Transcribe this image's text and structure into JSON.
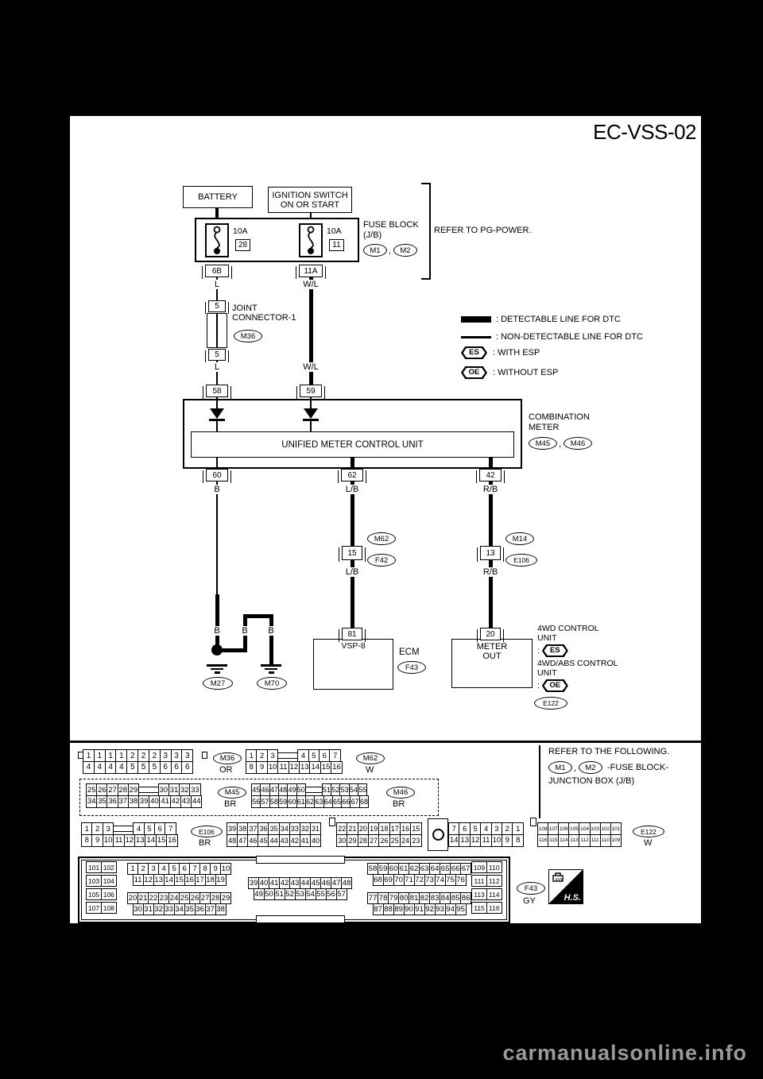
{
  "title": "EC-VSS-02",
  "watermark": "carmanualsonline.info",
  "comma": ",",
  "power": {
    "battery": "BATTERY",
    "ignition1": "IGNITION SWITCH",
    "ignition2": "ON OR START",
    "fuse1_amps": "10A",
    "fuse1_num": "28",
    "fuse2_amps": "10A",
    "fuse2_num": "11",
    "block1": "FUSE BLOCK",
    "block2": "(J/B)",
    "ref1": "M1",
    "ref2": "M2",
    "refer": "REFER TO PG-POWER.",
    "pin1": "6B",
    "pin2": "11A",
    "wire1": "L",
    "wire2": "W/L"
  },
  "joint": {
    "pin_top": "5",
    "pin_bot": "5",
    "name1": "JOINT",
    "name2": "CONNECTOR-1",
    "ref": "M36",
    "wire1": "L",
    "wire2": "W/L"
  },
  "legend": {
    "l1": ": DETECTABLE LINE FOR DTC",
    "l2": ": NON-DETECTABLE LINE FOR DTC",
    "es": "ES",
    "l3": ": WITH ESP",
    "oe": "OE",
    "l4": ": WITHOUT ESP"
  },
  "meter": {
    "pin58": "58",
    "pin59": "59",
    "unit": "UNIFIED METER CONTROL UNIT",
    "side1": "COMBINATION",
    "side2": "METER",
    "ref1": "M45",
    "ref2": "M46",
    "pin60": "60",
    "pin62": "62",
    "pin42": "42",
    "w60": "B",
    "w62": "L/B",
    "w42": "R/B"
  },
  "ground": {
    "b1": "B",
    "b2": "B",
    "b3": "B",
    "ref1": "M27",
    "ref2": "M70"
  },
  "ecmchain": {
    "pin": "15",
    "above": "M62",
    "below": "F42",
    "wire": "L/B",
    "ecmpin": "81",
    "vsp": "VSP-8",
    "ecm": "ECM",
    "ref": "F43"
  },
  "mochain": {
    "pin": "13",
    "above": "M14",
    "below": "E106",
    "wire": "R/B",
    "mopin": "20",
    "mo1": "METER",
    "mo2": "OUT",
    "s1": "4WD CONTROL",
    "s2": "UNIT",
    "s3": ":",
    "es": "ES",
    "s4": "4WD/ABS CONTROL",
    "s5": "UNIT",
    "s6": ":",
    "oe": "OE",
    "ref": "E122"
  },
  "follow": {
    "t1": "REFER TO THE FOLLOWING.",
    "r1": "M1",
    "r2": "M2",
    "t2": "-FUSE BLOCK-",
    "t3": "JUNCTION BOX (J/B)"
  },
  "hs": "H.S.",
  "connectors": {
    "m36": {
      "label": "M36",
      "color": "OR",
      "rows": [
        [
          "1",
          "1",
          "1",
          "1",
          "2",
          "2",
          "2",
          "3",
          "3",
          "3"
        ],
        [
          "4",
          "4",
          "4",
          "4",
          "5",
          "5",
          "5",
          "6",
          "6",
          "6"
        ]
      ]
    },
    "m62": {
      "label": "M62",
      "color": "W",
      "rows": [
        [
          "1",
          "2",
          "3",
          "~",
          "4",
          "5",
          "6",
          "7"
        ],
        [
          "8",
          "9",
          "10",
          "11",
          "12",
          "13",
          "14",
          "15",
          "16"
        ]
      ]
    },
    "m45": {
      "label": "M45",
      "color": "BR",
      "rows": [
        [
          "25",
          "26",
          "27",
          "28",
          "29",
          "~",
          "30",
          "31",
          "32",
          "33"
        ],
        [
          "34",
          "35",
          "36",
          "37",
          "38",
          "39",
          "40",
          "41",
          "42",
          "43",
          "44"
        ]
      ]
    },
    "m46": {
      "label": "M46",
      "color": "BR",
      "rows": [
        [
          "45",
          "46",
          "47",
          "48",
          "49",
          "50",
          "~",
          "51",
          "52",
          "53",
          "54",
          "55"
        ],
        [
          "56",
          "57",
          "58",
          "59",
          "60",
          "61",
          "62",
          "63",
          "64",
          "65",
          "66",
          "67",
          "68"
        ]
      ]
    },
    "e106": {
      "label": "E106",
      "color": "BR",
      "rows": [
        [
          "1",
          "2",
          "3",
          "~",
          "4",
          "5",
          "6",
          "7"
        ],
        [
          "8",
          "9",
          "10",
          "11",
          "12",
          "13",
          "14",
          "15",
          "16"
        ]
      ]
    },
    "e122": {
      "label": "E122",
      "color": "W",
      "blockA": [
        [
          "39",
          "38",
          "37",
          "36",
          "35",
          "34",
          "33",
          "32",
          "31"
        ],
        [
          "48",
          "47",
          "46",
          "45",
          "44",
          "43",
          "42",
          "41",
          "40"
        ]
      ],
      "blockB": [
        [
          "22",
          "21",
          "20",
          "19",
          "18",
          "17",
          "16",
          "15"
        ],
        [
          "30",
          "29",
          "28",
          "27",
          "26",
          "25",
          "24",
          "23"
        ]
      ],
      "blockC": [
        [
          "7",
          "6",
          "5",
          "4",
          "3",
          "2",
          "1"
        ],
        [
          "14",
          "13",
          "12",
          "11",
          "10",
          "9",
          "8"
        ]
      ],
      "blockD": [
        [
          "108",
          "107",
          "106",
          "105",
          "104",
          "103",
          "102",
          "101"
        ],
        [
          "116",
          "115",
          "114",
          "113",
          "112",
          "111",
          "110",
          "109"
        ]
      ]
    },
    "f43": {
      "label": "F43",
      "color": "GY",
      "pairsL": [
        [
          "101",
          "102"
        ],
        [
          "103",
          "104"
        ],
        [
          "105",
          "106"
        ],
        [
          "107",
          "108"
        ]
      ],
      "l1": [
        [
          "1",
          "2",
          "3",
          "4",
          "5",
          "6",
          "7",
          "8",
          "9",
          "10"
        ],
        [
          "11",
          "12",
          "13",
          "14",
          "15",
          "16",
          "17",
          "18",
          "19"
        ]
      ],
      "l2": [
        [
          "20",
          "21",
          "22",
          "23",
          "24",
          "25",
          "26",
          "27",
          "28",
          "29"
        ],
        [
          "30",
          "31",
          "32",
          "33",
          "34",
          "35",
          "36",
          "37",
          "38"
        ]
      ],
      "mid": [
        [
          "39",
          "40",
          "41",
          "42",
          "43",
          "44",
          "45",
          "46",
          "47",
          "48"
        ],
        [
          "49",
          "50",
          "51",
          "52",
          "53",
          "54",
          "55",
          "56",
          "57"
        ]
      ],
      "r1": [
        [
          "58",
          "59",
          "60",
          "61",
          "62",
          "63",
          "64",
          "65",
          "66",
          "67"
        ],
        [
          "68",
          "69",
          "70",
          "71",
          "72",
          "73",
          "74",
          "75",
          "76"
        ]
      ],
      "r2": [
        [
          "77",
          "78",
          "79",
          "80",
          "81",
          "82",
          "83",
          "84",
          "85",
          "86"
        ],
        [
          "87",
          "88",
          "89",
          "90",
          "91",
          "92",
          "93",
          "94",
          "95"
        ]
      ],
      "pairsR": [
        [
          "109",
          "110"
        ],
        [
          "111",
          "112"
        ],
        [
          "113",
          "114"
        ],
        [
          "115",
          "116"
        ]
      ]
    }
  }
}
